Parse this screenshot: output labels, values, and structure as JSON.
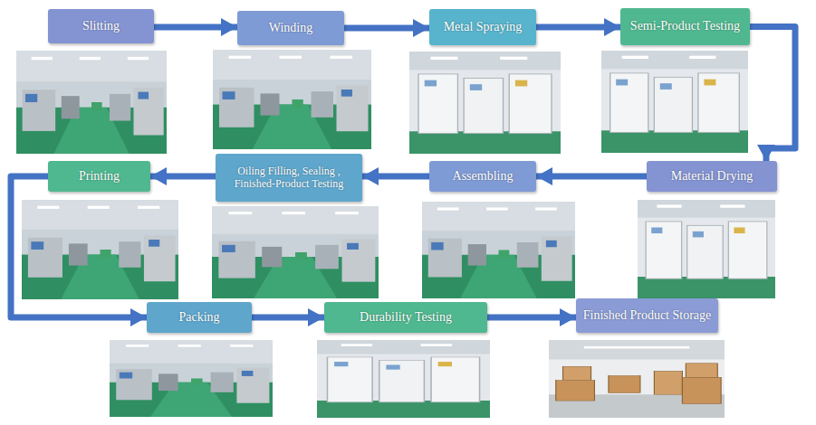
{
  "diagram": {
    "nodes": [
      {
        "text": [
          "Slitting"
        ]
      },
      {
        "text": [
          "Winding"
        ]
      },
      {
        "text": [
          "Metal Spraying"
        ]
      },
      {
        "text": [
          "Semi-Product Testing"
        ]
      },
      {
        "text": [
          "Material Drying"
        ]
      },
      {
        "text": [
          "Assembling"
        ]
      },
      {
        "text": [
          "Oiling Filling, Sealing , Finished-Product Testing"
        ]
      },
      {
        "text": [
          "Printing"
        ]
      },
      {
        "text": [
          "Packing"
        ]
      },
      {
        "text": [
          "Durability Testing"
        ]
      },
      {
        "text": [
          "Finished Product Storage"
        ]
      }
    ],
    "edges": [
      {
        "from": 0,
        "to": 1,
        "arrow": "to"
      },
      {
        "from": 1,
        "to": 2,
        "arrow": "to"
      },
      {
        "from": 2,
        "to": 3,
        "arrow": "to"
      },
      {
        "from": 3,
        "to": 4,
        "arrow": "to"
      },
      {
        "from": 4,
        "to": 5,
        "arrow": "to"
      },
      {
        "from": 5,
        "to": 6,
        "arrow": "to"
      },
      {
        "from": 6,
        "to": 7,
        "arrow": "to"
      },
      {
        "from": 7,
        "to": 8,
        "arrow": "to"
      },
      {
        "from": 8,
        "to": 9,
        "arrow": "to"
      },
      {
        "from": 9,
        "to": 10,
        "arrow": "to"
      }
    ]
  }
}
